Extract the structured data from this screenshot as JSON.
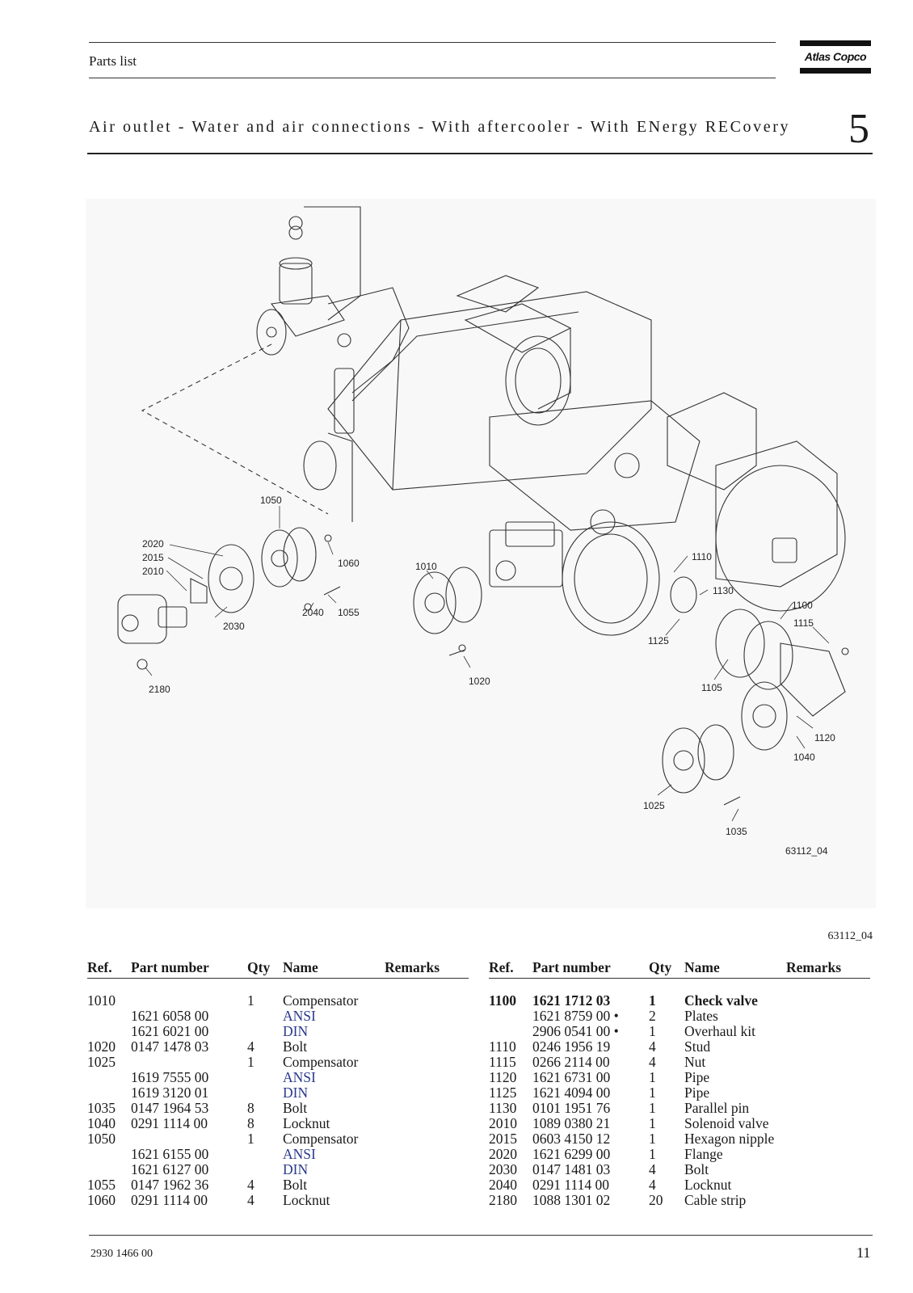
{
  "header": {
    "label": "Parts list",
    "logo_text": "Atlas Copco"
  },
  "title": "Air outlet -  Water and air connections - With aftercooler - With ENergy RECovery",
  "section_number": "5",
  "figure": {
    "image_code": "63112_04",
    "callouts": [
      "1050",
      "2020",
      "2015",
      "2010",
      "1060",
      "2040",
      "1055",
      "2030",
      "2180",
      "1010",
      "1020",
      "1110",
      "1130",
      "1100",
      "1115",
      "1125",
      "1105",
      "1120",
      "1040",
      "1025",
      "1035"
    ]
  },
  "figure_ref": "63112_04",
  "table_headers": {
    "ref": "Ref.",
    "part_number": "Part number",
    "qty": "Qty",
    "name": "Name",
    "remarks": "Remarks"
  },
  "left_table": [
    {
      "ref": "1010",
      "part": "",
      "qty": "1",
      "name": "Compensator",
      "remarks": "",
      "style": "normal"
    },
    {
      "ref": "",
      "part": "1621 6058 00",
      "qty": "",
      "name": "ANSI",
      "remarks": "",
      "style": "blue"
    },
    {
      "ref": "",
      "part": "1621 6021 00",
      "qty": "",
      "name": "DIN",
      "remarks": "",
      "style": "blue"
    },
    {
      "ref": "1020",
      "part": "0147 1478 03",
      "qty": "4",
      "name": "Bolt",
      "remarks": "",
      "style": "normal"
    },
    {
      "ref": "1025",
      "part": "",
      "qty": "1",
      "name": "Compensator",
      "remarks": "",
      "style": "normal"
    },
    {
      "ref": "",
      "part": "1619 7555 00",
      "qty": "",
      "name": "ANSI",
      "remarks": "",
      "style": "blue"
    },
    {
      "ref": "",
      "part": "1619 3120 01",
      "qty": "",
      "name": "DIN",
      "remarks": "",
      "style": "blue"
    },
    {
      "ref": "1035",
      "part": "0147 1964 53",
      "qty": "8",
      "name": "Bolt",
      "remarks": "",
      "style": "normal"
    },
    {
      "ref": "1040",
      "part": "0291 1114 00",
      "qty": "8",
      "name": "Locknut",
      "remarks": "",
      "style": "normal"
    },
    {
      "ref": "1050",
      "part": "",
      "qty": "1",
      "name": "Compensator",
      "remarks": "",
      "style": "normal"
    },
    {
      "ref": "",
      "part": "1621 6155 00",
      "qty": "",
      "name": "ANSI",
      "remarks": "",
      "style": "blue"
    },
    {
      "ref": "",
      "part": "1621 6127 00",
      "qty": "",
      "name": "DIN",
      "remarks": "",
      "style": "blue"
    },
    {
      "ref": "1055",
      "part": "0147 1962 36",
      "qty": "4",
      "name": "Bolt",
      "remarks": "",
      "style": "normal"
    },
    {
      "ref": "1060",
      "part": "0291 1114 00",
      "qty": "4",
      "name": "Locknut",
      "remarks": "",
      "style": "normal"
    }
  ],
  "right_table": [
    {
      "ref": "1100",
      "part": "1621 1712 03",
      "qty": "1",
      "name": "Check valve",
      "remarks": "",
      "style": "bold"
    },
    {
      "ref": "",
      "part": "1621 8759 00 •",
      "qty": "2",
      "name": "Plates",
      "remarks": "",
      "style": "sub"
    },
    {
      "ref": "",
      "part": "2906 0541 00 •",
      "qty": "1",
      "name": "Overhaul kit",
      "remarks": "",
      "style": "sub"
    },
    {
      "ref": "1110",
      "part": "0246 1956 19",
      "qty": "4",
      "name": "Stud",
      "remarks": "",
      "style": "normal"
    },
    {
      "ref": "1115",
      "part": "0266 2114 00",
      "qty": "4",
      "name": "Nut",
      "remarks": "",
      "style": "normal"
    },
    {
      "ref": "1120",
      "part": "1621 6731 00",
      "qty": "1",
      "name": "Pipe",
      "remarks": "",
      "style": "normal"
    },
    {
      "ref": "1125",
      "part": "1621 4094 00",
      "qty": "1",
      "name": "Pipe",
      "remarks": "",
      "style": "normal"
    },
    {
      "ref": "1130",
      "part": "0101 1951 76",
      "qty": "1",
      "name": "Parallel pin",
      "remarks": "",
      "style": "normal"
    },
    {
      "ref": "2010",
      "part": "1089 0380 21",
      "qty": "1",
      "name": "Solenoid valve",
      "remarks": "",
      "style": "normal"
    },
    {
      "ref": "2015",
      "part": "0603 4150 12",
      "qty": "1",
      "name": "Hexagon nipple",
      "remarks": "",
      "style": "normal"
    },
    {
      "ref": "2020",
      "part": "1621 6299 00",
      "qty": "1",
      "name": "Flange",
      "remarks": "",
      "style": "normal"
    },
    {
      "ref": "2030",
      "part": "0147 1481 03",
      "qty": "4",
      "name": "Bolt",
      "remarks": "",
      "style": "normal"
    },
    {
      "ref": "2040",
      "part": "0291 1114 00",
      "qty": "4",
      "name": "Locknut",
      "remarks": "",
      "style": "normal"
    },
    {
      "ref": "2180",
      "part": "1088 1301 02",
      "qty": "20",
      "name": "Cable strip",
      "remarks": "",
      "style": "normal"
    }
  ],
  "footer": {
    "doc_number": "2930 1466 00",
    "page_number": "11"
  }
}
